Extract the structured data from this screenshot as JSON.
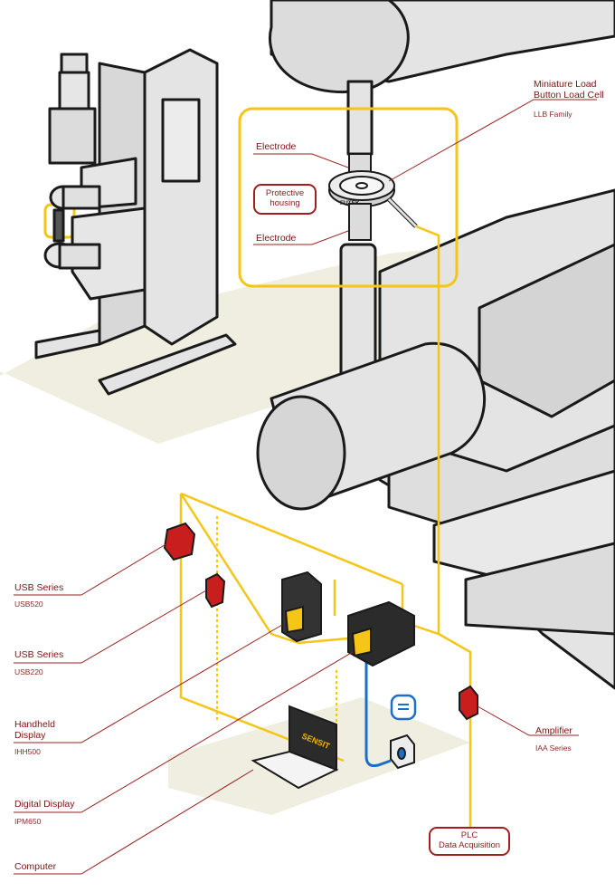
{
  "colors": {
    "accent_yellow": "#f5c518",
    "label_red": "#8a1a1a",
    "device_red": "#c81e1e",
    "cable_blue": "#1b6fc6",
    "machine_gray": "#e4e4e4",
    "floor": "#efeee0"
  },
  "labels": {
    "load_cell_title": "Miniature Load\nButton Load Cell",
    "load_cell_family": "LLB Family",
    "electrode_top": "Electrode",
    "electrode_bottom": "Electrode",
    "protective_housing": "Protective\nhousing",
    "usb_series_1": "USB Series",
    "usb_series_1_model": "USB520",
    "usb_series_2": "USB Series",
    "usb_series_2_model": "USB220",
    "handheld": "Handheld\nDisplay",
    "handheld_model": "IHH500",
    "digital_display": "Digital Display",
    "digital_display_model": "IPM650",
    "computer": "Computer",
    "amplifier": "Amplifier",
    "amplifier_model": "IAA Series",
    "plc": "PLC\nData Acquisition",
    "laptop_brand": "SENSIT",
    "cell_brand": "FUTEK"
  },
  "icons": [
    "welding-machine-icon",
    "load-cell-icon",
    "usb-device-icon",
    "handheld-display-icon",
    "digital-display-icon",
    "laptop-icon",
    "amplifier-icon",
    "sensor-icon",
    "bluetooth-icon"
  ]
}
